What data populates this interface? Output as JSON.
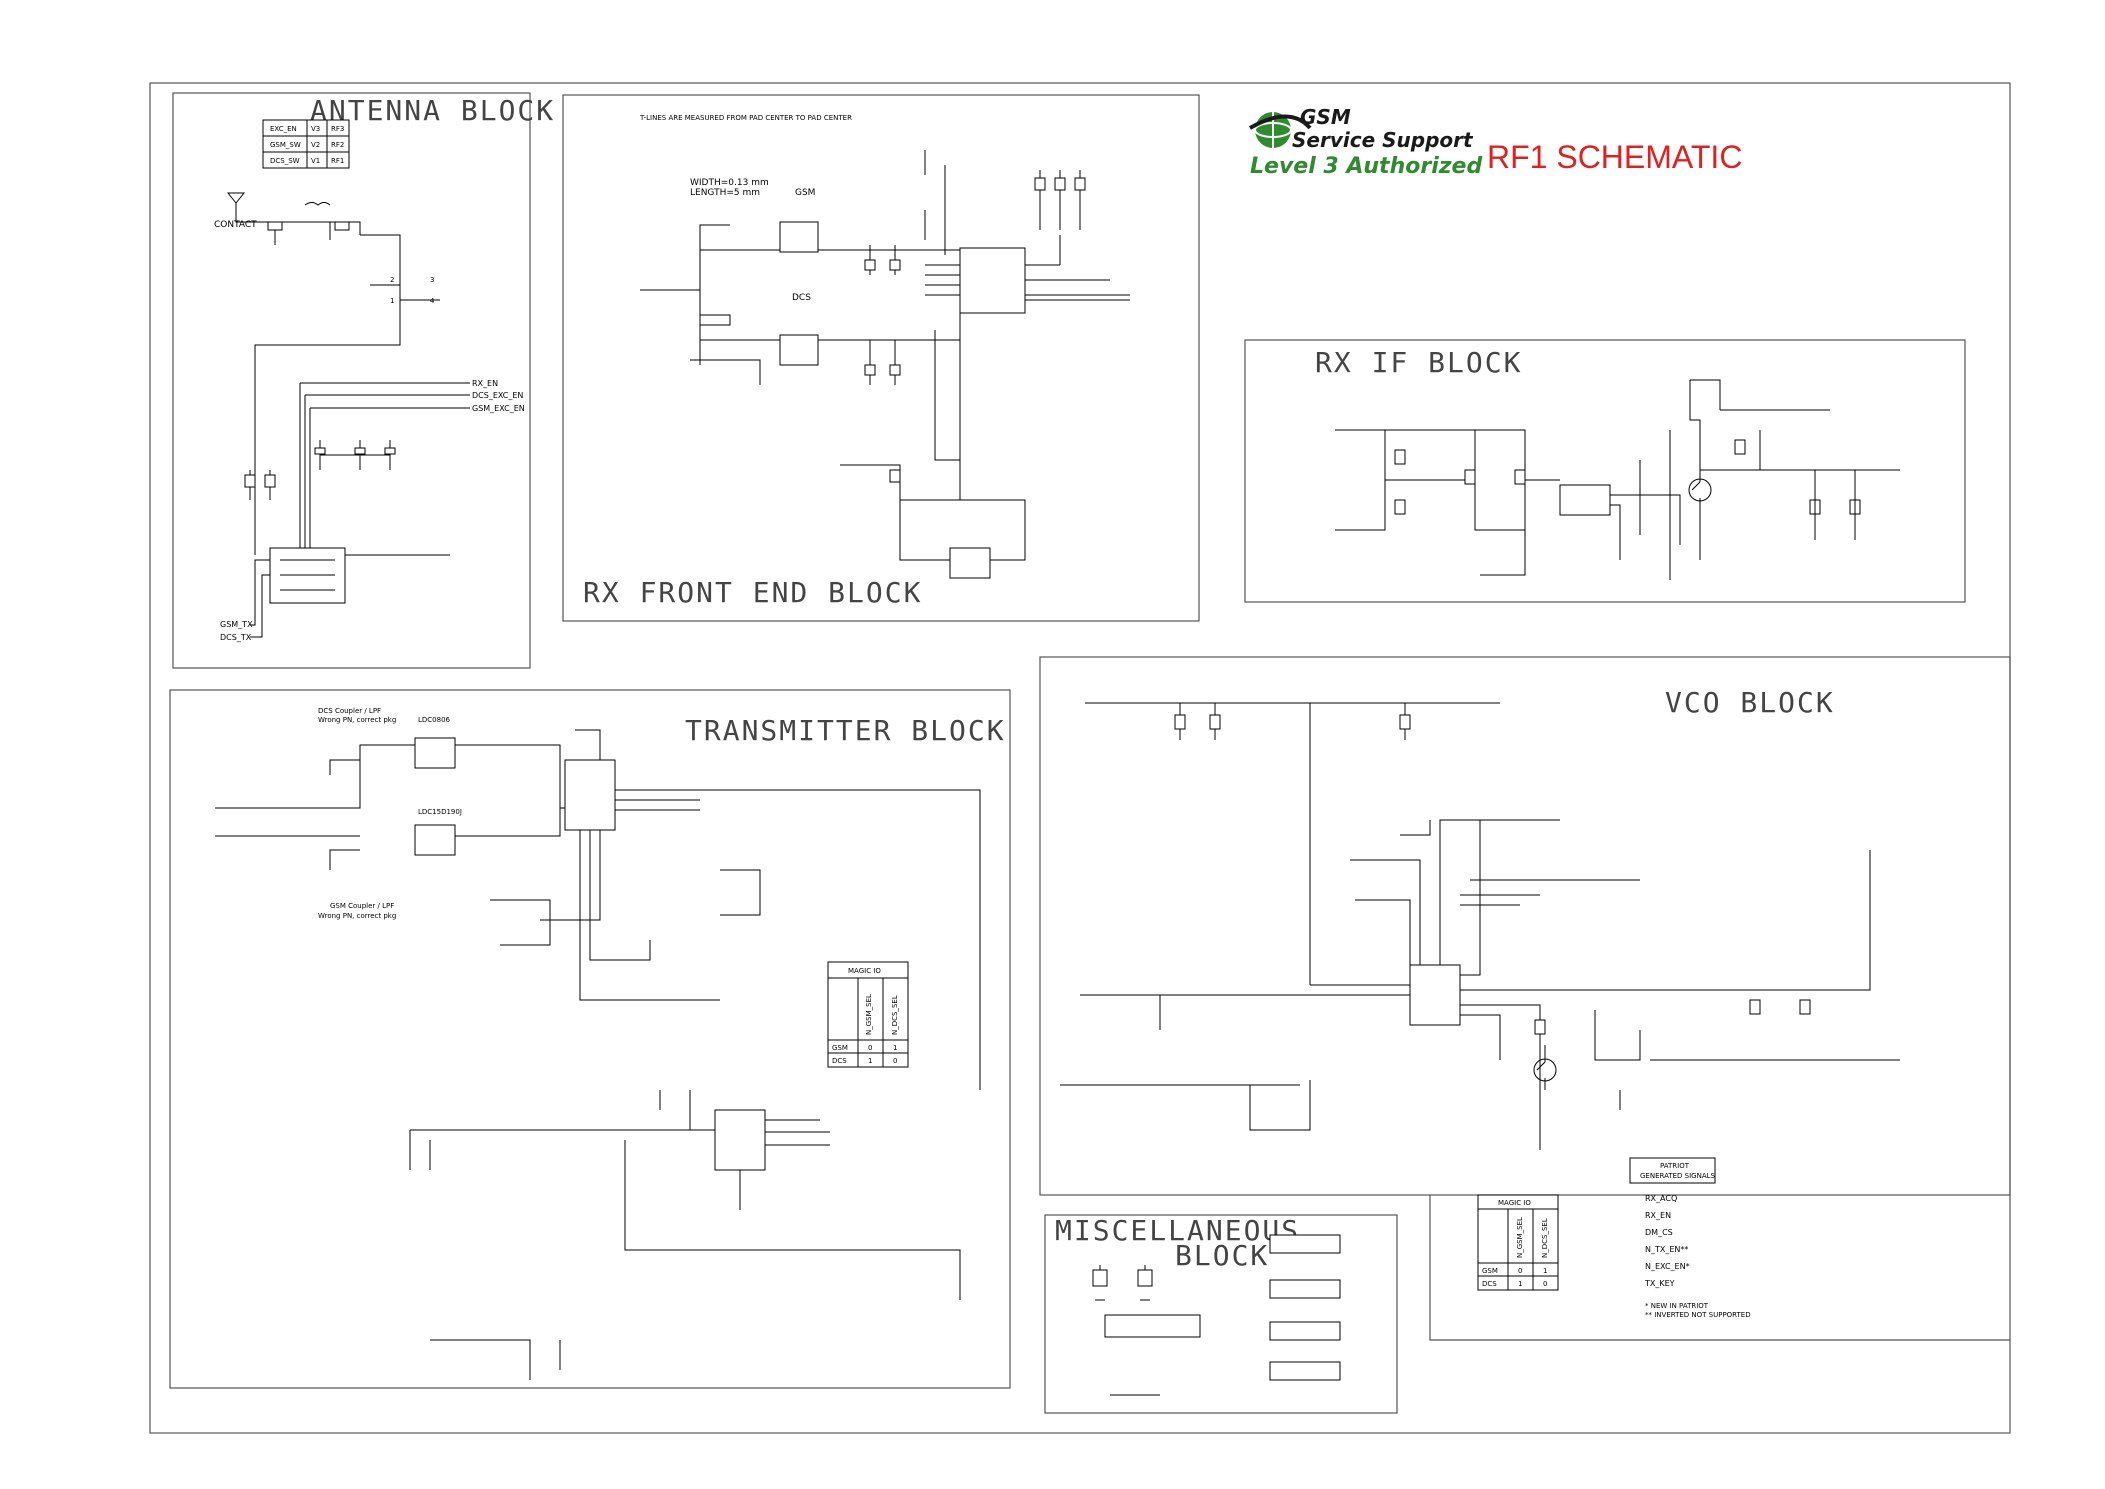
{
  "header": {
    "logo_line1": "GSM",
    "logo_line2": "Service Support",
    "logo_line3": "Level 3 Authorized",
    "title": "RF1 SCHEMATIC"
  },
  "blocks": {
    "antenna": "ANTENNA BLOCK",
    "rx_front_end": "RX FRONT END BLOCK",
    "rx_if": "RX IF BLOCK",
    "transmitter": "TRANSMITTER BLOCK",
    "vco": "VCO BLOCK",
    "misc_line1": "MISCELLANEOUS",
    "misc_line2": "BLOCK"
  },
  "antenna": {
    "table": [
      [
        "EXC_EN",
        "V3",
        "RF3"
      ],
      [
        "GSM_SW",
        "V2",
        "RF2"
      ],
      [
        "DCS_SW",
        "V1",
        "RF1"
      ]
    ],
    "contact": "CONTACT",
    "nets": [
      "RX_EN",
      "DCS_EXC_EN",
      "GSM_EXC_EN",
      "GSM_TX",
      "DCS_TX"
    ]
  },
  "rx_front_end": {
    "note": "T-LINES ARE MEASURED FROM PAD CENTER TO PAD CENTER",
    "width": "WIDTH=0.13 mm",
    "length": "LENGTH=5 mm",
    "gsm": "GSM",
    "dcs": "DCS"
  },
  "transmitter": {
    "dcs_note1": "DCS Coupler / LPF",
    "dcs_note2": "Wrong PN, correct pkg",
    "gsm_note1": "GSM Coupler / LPF",
    "gsm_note2": "Wrong PN, correct pkg",
    "u420": "LDC0806",
    "u430": "LDC15D190J",
    "magic_title": "MAGIC IO",
    "magic_cols": [
      "N_GSM_SEL",
      "N_DCS_SEL"
    ],
    "magic_rows": [
      [
        "GSM",
        "0",
        "1"
      ],
      [
        "DCS",
        "1",
        "0"
      ]
    ]
  },
  "vco": {
    "patriot_title1": "PATRIOT",
    "patriot_title2": "GENERATED SIGNALS",
    "signals": [
      "RX_ACQ",
      "RX_EN",
      "DM_CS",
      "N_TX_EN**",
      "N_EXC_EN*",
      "TX_KEY"
    ],
    "foot1": "* NEW IN PATRIOT",
    "foot2": "** INVERTED NOT SUPPORTED",
    "magic_title": "MAGIC IO",
    "magic_cols": [
      "N_GSM_SEL",
      "N_DCS_SEL"
    ],
    "magic_rows": [
      [
        "GSM",
        "0",
        "1"
      ],
      [
        "DCS",
        "1",
        "0"
      ]
    ]
  }
}
